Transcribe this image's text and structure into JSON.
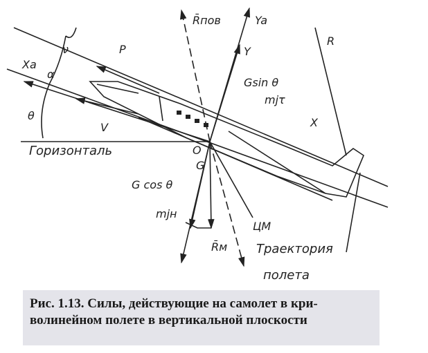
{
  "labels": {
    "Xa": "Xa",
    "nu": "ν",
    "alpha": "α",
    "theta": "θ",
    "P": "P",
    "V": "V",
    "horizontal": "Горизонталь",
    "O": "O",
    "G": "G",
    "Gcos": "G cos θ",
    "mjn": "mjн",
    "Rm": "R̄м",
    "CM": "ЦМ",
    "trajectory": "Траектория",
    "flight": "полета",
    "R": "R",
    "X": "X",
    "mjt": "mjτ",
    "Gsin": "Gsin θ",
    "Y": "Y",
    "Ya": "Ya",
    "Rpov": "R̄пов"
  },
  "caption": {
    "line1": "Рис. 1.13. Силы, действующие на самолет в кри-",
    "line2": "волинейном полете в вертикальной плоскости"
  }
}
